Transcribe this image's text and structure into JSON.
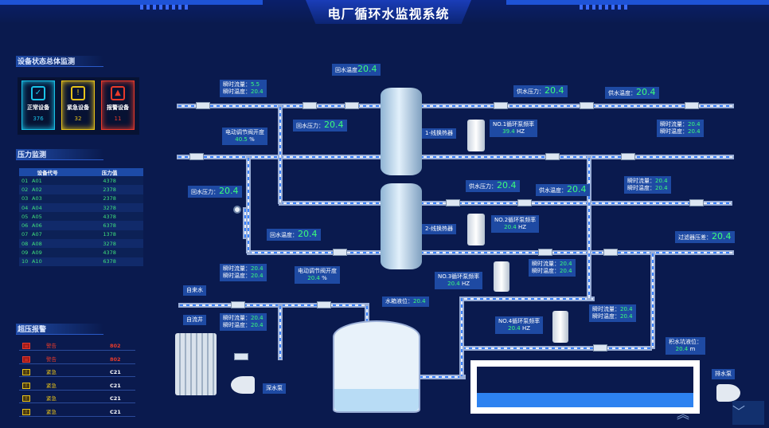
{
  "header": {
    "title": "电厂循环水监视系统"
  },
  "sections": {
    "status": "设备状态总体监测",
    "pressure": "压力监测",
    "alarm": "超压报警"
  },
  "status_cards": [
    {
      "label": "正常设备",
      "count": "376",
      "color": "#19c2e8",
      "icon": "check-icon"
    },
    {
      "label": "紧急设备",
      "count": "32",
      "color": "#e8c219",
      "icon": "warning-icon"
    },
    {
      "label": "报警设备",
      "count": "11",
      "color": "#e83a2a",
      "icon": "alarm-icon"
    }
  ],
  "pressure_table": {
    "headers": [
      "设备代号",
      "压力值"
    ],
    "rows": [
      [
        "01",
        "A01",
        "4378"
      ],
      [
        "02",
        "A02",
        "2378"
      ],
      [
        "03",
        "A03",
        "2378"
      ],
      [
        "04",
        "A04",
        "3278"
      ],
      [
        "05",
        "A05",
        "4378"
      ],
      [
        "06",
        "A06",
        "6378"
      ],
      [
        "07",
        "A07",
        "1378"
      ],
      [
        "08",
        "A08",
        "3278"
      ],
      [
        "09",
        "A09",
        "4378"
      ],
      [
        "10",
        "A10",
        "6378"
      ]
    ]
  },
  "alarms": [
    {
      "type": "警告",
      "code": "802",
      "color": "#e83a2a"
    },
    {
      "type": "警告",
      "code": "802",
      "color": "#e83a2a"
    },
    {
      "type": "紧急",
      "code": "C21",
      "color": "#e8c219"
    },
    {
      "type": "紧急",
      "code": "C21",
      "color": "#e8c219"
    },
    {
      "type": "紧急",
      "code": "C21",
      "color": "#e8c219"
    },
    {
      "type": "紧急",
      "code": "C21",
      "color": "#e8c219"
    }
  ],
  "labels": {
    "return_temp_top": "回水温度",
    "return_temp_top_v": "20.4",
    "flow1_a": "瞬时流量：",
    "flow1_av": "5.5",
    "flow1_b": "瞬时温度：",
    "flow1_bv": "20.4",
    "return_press1": "回水压力：",
    "return_press1_v": "20.4",
    "hx1": "1-线换热器",
    "hx2": "2-线换热器",
    "pump1_a": "NO.1循环泵频率",
    "pump1_v": "39.4",
    "pump1_u": "HZ",
    "supply_press1": "供水压力：",
    "supply_press1_v": "20.4",
    "supply_temp1": "供水温度：",
    "supply_temp1_v": "20.4",
    "flow_r1_a": "瞬时流量：",
    "flow_r1_av": "20.4",
    "flow_r1_b": "瞬时温度：",
    "flow_r1_bv": "20.4",
    "valve1_a": "电动调节阀开度",
    "valve1_v": "40.5",
    "valve1_u": "%",
    "return_press2": "回水压力：",
    "return_press2_v": "20.4",
    "supply_press2": "供水压力：",
    "supply_press2_v": "20.4",
    "supply_temp2": "供水温度：",
    "supply_temp2_v": "20.4",
    "flow_r2_a": "瞬时流量：",
    "flow_r2_av": "20.4",
    "flow_r2_b": "瞬时温度：",
    "flow_r2_bv": "20.4",
    "pump2_a": "NO.2循环泵频率",
    "pump2_v": "20.4",
    "pump2_u": "HZ",
    "return_temp2": "回水温度：",
    "return_temp2_v": "20.4",
    "filter": "过滤器压差：",
    "filter_v": "20.4",
    "flow_m_a": "瞬时流量：",
    "flow_m_av": "20.4",
    "flow_m_b": "瞬时温度：",
    "flow_m_bv": "20.4",
    "valve2_a": "电动调节阀开度",
    "valve2_v": "20.4",
    "valve2_u": "%",
    "pump3_a": "NO.3循环泵频率",
    "pump3_v": "20.4",
    "pump3_u": "HZ",
    "flow_p3_a": "瞬时流量：",
    "flow_p3_av": "20.4",
    "flow_p3_b": "瞬时温度：",
    "flow_p3_bv": "20.4",
    "tap_water": "自来水",
    "well": "自流井",
    "flow_w_a": "瞬时流量：",
    "flow_w_av": "20.4",
    "flow_w_b": "瞬时温度：",
    "flow_w_bv": "20.4",
    "tank_level": "水箱液位：",
    "tank_level_v": "20.4",
    "pump4_a": "NO.4循环泵频率",
    "pump4_v": "20.4",
    "pump4_u": "HZ",
    "flow_p4_a": "瞬时流量：",
    "flow_p4_av": "20.4",
    "flow_p4_b": "瞬时温度：",
    "flow_p4_bv": "20.4",
    "pit_level": "积水坑液位：",
    "pit_level_v": "20.4",
    "pit_level_u": "m",
    "drain_pump": "排水泵",
    "deep_pump": "深水泵"
  }
}
